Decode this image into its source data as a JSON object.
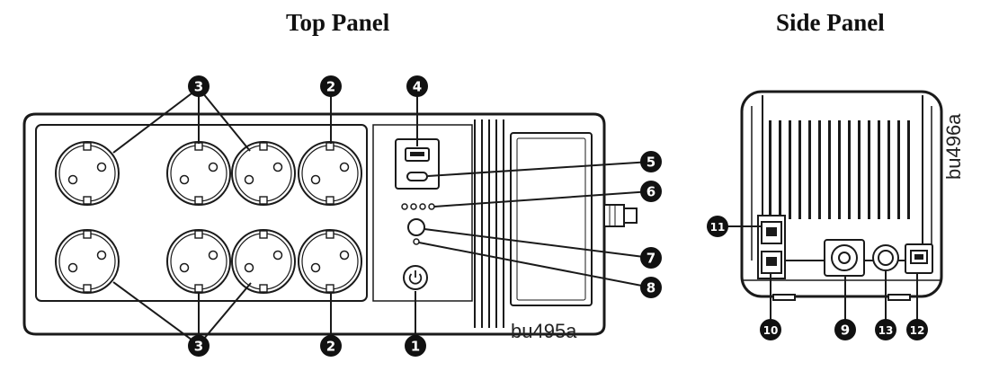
{
  "titles": {
    "top_panel": "Top Panel",
    "side_panel": "Side Panel"
  },
  "codes": {
    "top": "bu495a",
    "side": "bu496a"
  },
  "callouts": {
    "c1": "1",
    "c2": "2",
    "c3": "3",
    "c4": "4",
    "c5": "5",
    "c6": "6",
    "c7": "7",
    "c8": "8",
    "c9": "9",
    "c10": "10",
    "c11": "11",
    "c12": "12",
    "c13": "13"
  },
  "colors": {
    "line": "#1a1a1a",
    "fill": "#ffffff",
    "callout": "#111111"
  }
}
